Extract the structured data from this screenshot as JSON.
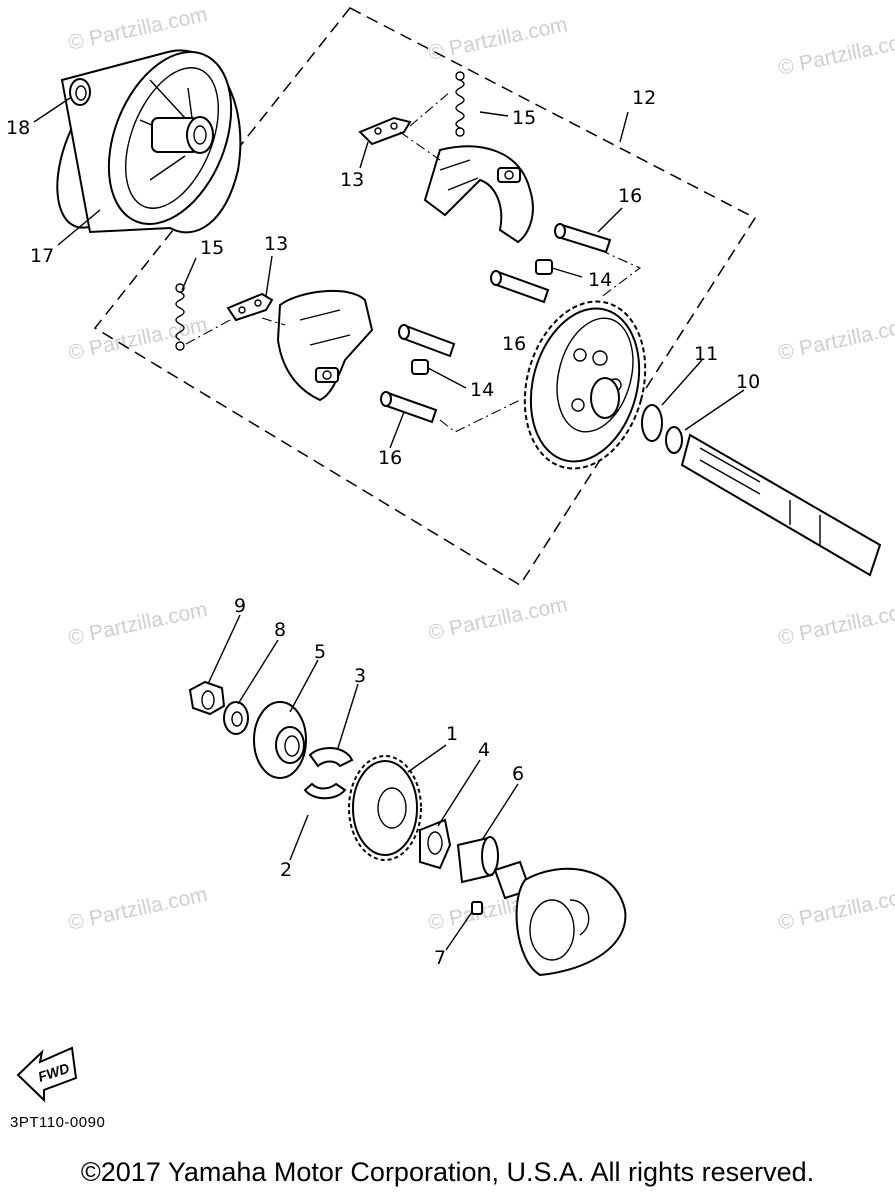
{
  "watermark": "© Partzilla.com",
  "callouts": {
    "c1": "1",
    "c2": "2",
    "c3": "3",
    "c4": "4",
    "c5": "5",
    "c6": "6",
    "c7": "7",
    "c8": "8",
    "c9": "9",
    "c10": "10",
    "c11": "11",
    "c12": "12",
    "c13a": "13",
    "c13b": "13",
    "c14a": "14",
    "c14b": "14",
    "c15a": "15",
    "c15b": "15",
    "c16a": "16",
    "c16b": "16",
    "c16c": "16",
    "c17": "17",
    "c18": "18"
  },
  "fwd_label": "FWD",
  "reference_code": "3PT110-0090",
  "copyright": "©2017 Yamaha Motor Corporation, U.S.A. All rights reserved."
}
